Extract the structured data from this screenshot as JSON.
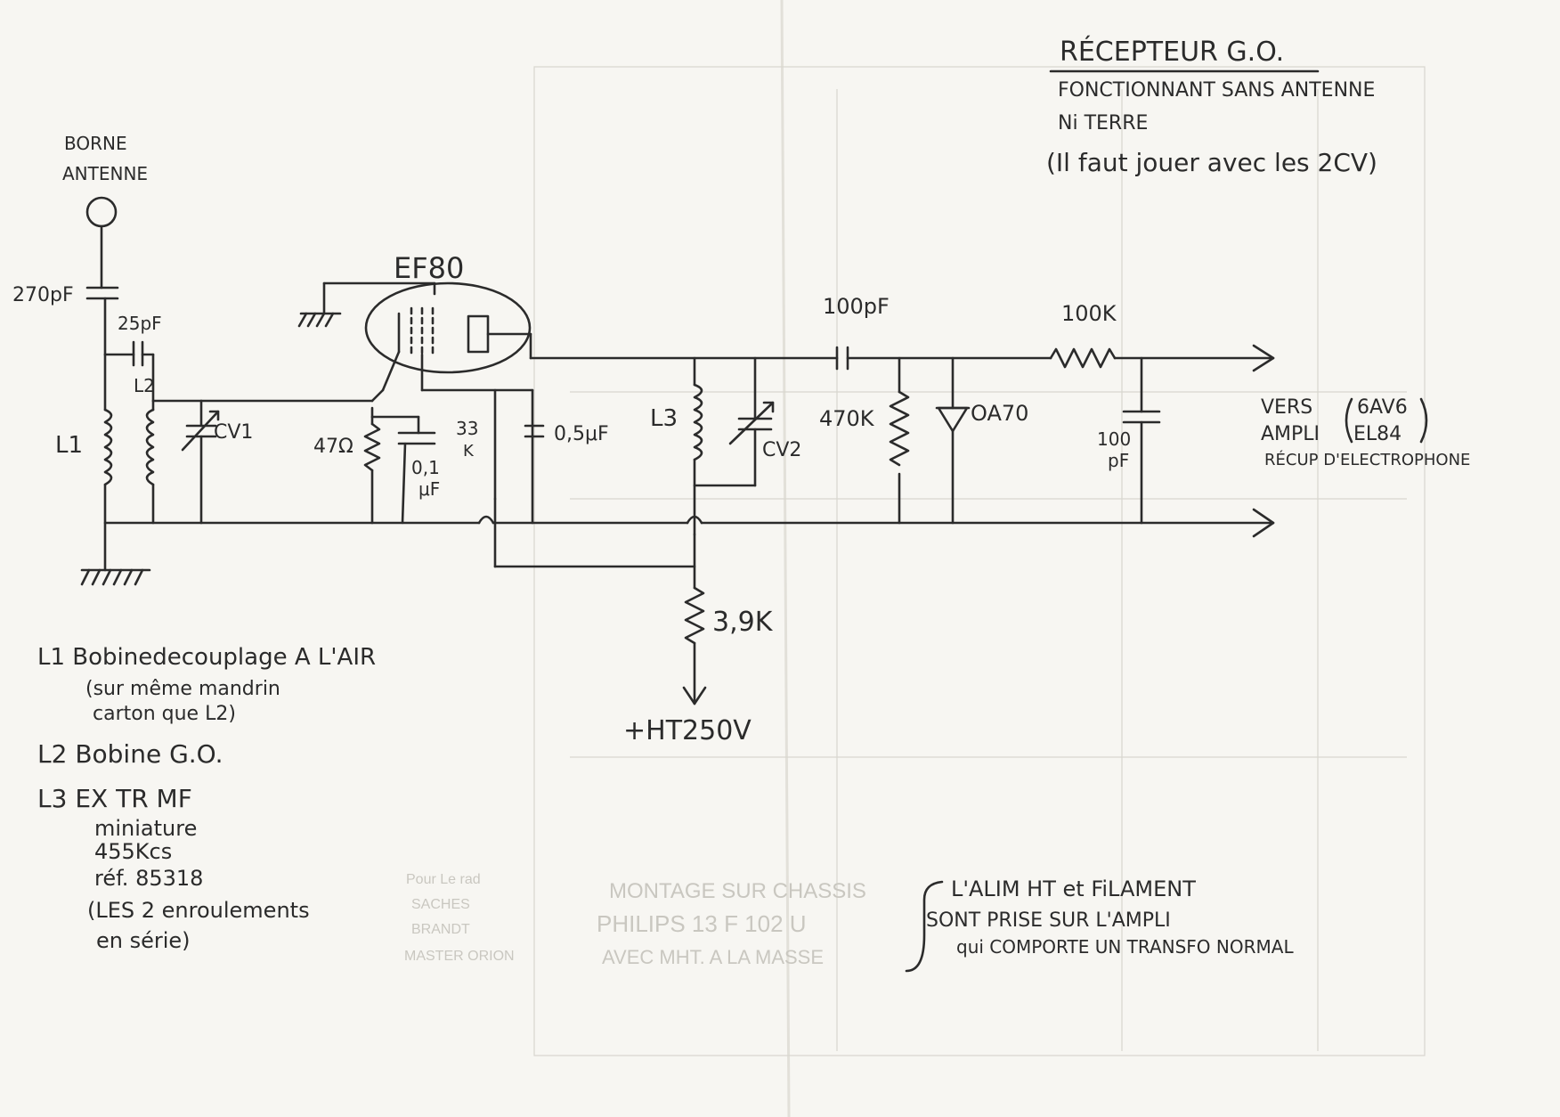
{
  "title": {
    "line1": "RÉCEPTEUR G.O.",
    "line2": "FONCTIONNANT SANS ANTENNE",
    "line3": "Ni TERRE",
    "line4": "(Il faut jouer avec les 2CV)"
  },
  "labels": {
    "borne": "BORNE",
    "antenne": "ANTENNE",
    "c270": "270pF",
    "c25": "25pF",
    "l1": "L1",
    "l2": "L2",
    "cv1": "CV1",
    "tube": "EF80",
    "r47": "47Ω",
    "c01a": "0,1",
    "c01b": "μF",
    "r33a": "33",
    "r33b": "K",
    "c05": "0,5μF",
    "l3": "L3",
    "cv2": "CV2",
    "c100": "100pF",
    "r470": "470K",
    "oa70": "OA70",
    "r100k": "100K",
    "c100b_a": "100",
    "c100b_b": "pF",
    "vers": "VERS",
    "ampli": "AMPLI",
    "tubes_a": "6AV6",
    "tubes_b": "EL84",
    "recup": "RÉCUP D'ELECTROPHONE",
    "r39": "3,9K",
    "ht": "+HT250V"
  },
  "notes": {
    "l1_line1": "L1 Bobinedecouplage A L'AIR",
    "l1_line2": "(sur même mandrin",
    "l1_line3": "carton que L2)",
    "l2_line1": "L2 Bobine G.O.",
    "l3_line1": "L3 EX TR MF",
    "l3_line2": "miniature",
    "l3_line3": "455Kcs",
    "l3_line4": "réf. 85318",
    "l3_line5": "(LES 2 enroulements",
    "l3_line6": "en série)",
    "alim1": "L'ALIM HT et FiLAMENT",
    "alim2": "SONT PRISE SUR L'AMPLI",
    "alim3": "qui COMPORTE UN TRANSFO NORMAL"
  },
  "ghost_text": {
    "g1": "Pour Le rad",
    "g2": "SACHES",
    "g3": "BRANDT",
    "g4": "MASTER ORION",
    "g5": "MONTAGE SUR CHASSIS",
    "g6": "PHILIPS 13 F 102 U",
    "g7": "AVEC MHT. A LA MASSE"
  }
}
